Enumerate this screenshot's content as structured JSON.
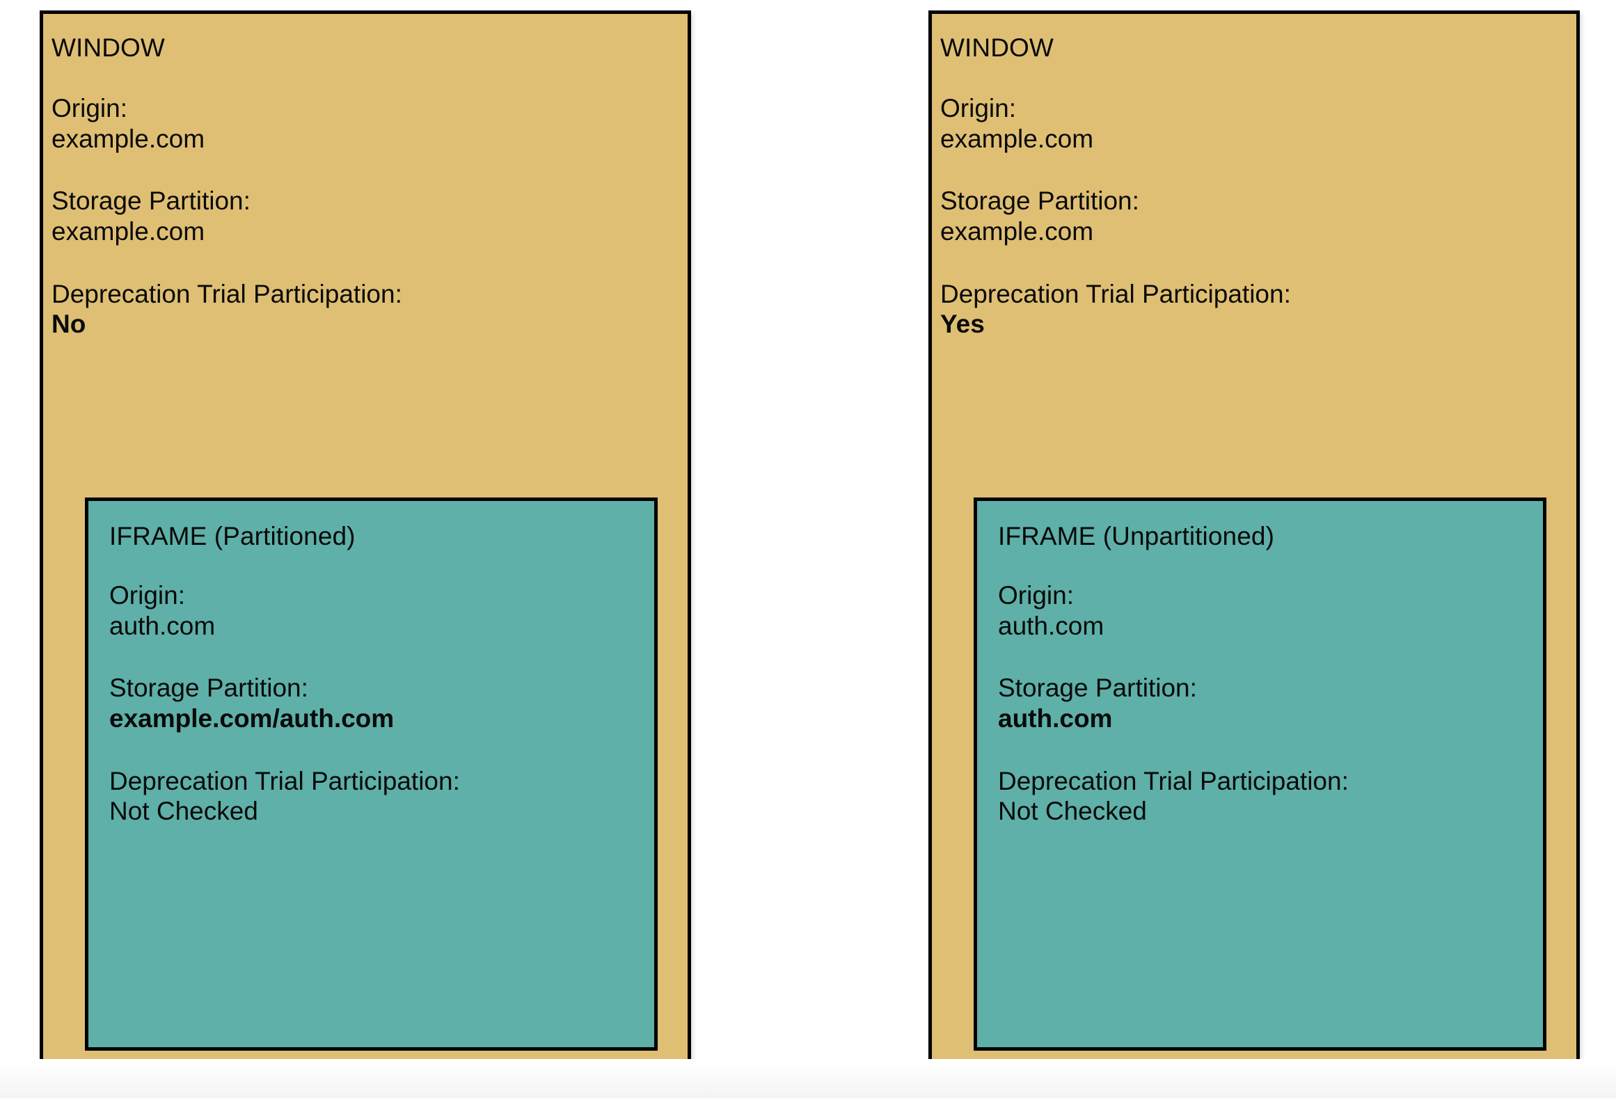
{
  "diagram": {
    "colors": {
      "window_fill": "#dfbf74",
      "iframe_fill": "#5eb0a8",
      "border": "#000000",
      "background": "#ffffff",
      "text": "#0a0a0a"
    },
    "panels": [
      {
        "id": "left",
        "window": {
          "title": "WINDOW",
          "fields": [
            {
              "label": "Origin:",
              "value": "example.com",
              "bold": false
            },
            {
              "label": "Storage Partition:",
              "value": "example.com",
              "bold": false
            },
            {
              "label": "Deprecation Trial Participation:",
              "value": "No",
              "bold": true
            }
          ]
        },
        "iframe": {
          "title": "IFRAME (Partitioned)",
          "fields": [
            {
              "label": "Origin:",
              "value": "auth.com",
              "bold": false
            },
            {
              "label": "Storage Partition:",
              "value": "example.com/auth.com",
              "bold": true
            },
            {
              "label": "Deprecation Trial Participation:",
              "value": "Not Checked",
              "bold": false
            }
          ]
        }
      },
      {
        "id": "right",
        "window": {
          "title": "WINDOW",
          "fields": [
            {
              "label": "Origin:",
              "value": "example.com",
              "bold": false
            },
            {
              "label": "Storage Partition:",
              "value": "example.com",
              "bold": false
            },
            {
              "label": "Deprecation Trial Participation:",
              "value": "Yes",
              "bold": true
            }
          ]
        },
        "iframe": {
          "title": "IFRAME (Unpartitioned)",
          "fields": [
            {
              "label": "Origin:",
              "value": "auth.com",
              "bold": false
            },
            {
              "label": "Storage Partition:",
              "value": "auth.com",
              "bold": true
            },
            {
              "label": "Deprecation Trial Participation:",
              "value": "Not Checked",
              "bold": false
            }
          ]
        }
      }
    ]
  }
}
